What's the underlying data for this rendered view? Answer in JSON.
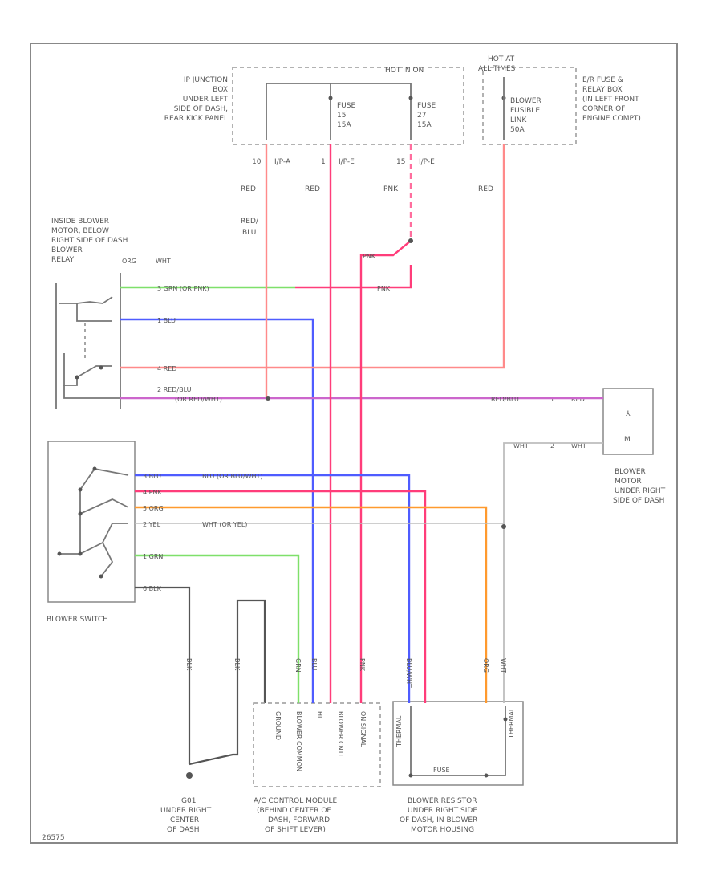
{
  "colors": {
    "red": "#ff8a8a",
    "pink": "#ff3d7a",
    "pink_dashed": "#ff6e9e",
    "blue": "#4f5cff",
    "green": "#7fe06a",
    "orange": "#ff9a2e",
    "violet": "#cc66cc",
    "gray": "#bdbdbd",
    "dark": "#555555"
  },
  "blocks": {
    "ip_junction": [
      "IP JUNCTION",
      "BOX",
      "UNDER LEFT",
      "SIDE OF DASH,",
      "REAR KICK PANEL"
    ],
    "hot_in_on": "HOT IN ON",
    "hot_at_all_times": [
      "HOT AT",
      "ALL TIMES"
    ],
    "fuse_15": [
      "FUSE",
      "15",
      "15A"
    ],
    "fuse_27": [
      "FUSE",
      "27",
      "15A"
    ],
    "blower_fusible_link": [
      "BLOWER",
      "FUSIBLE",
      "LINK",
      "50A"
    ],
    "engine_box": [
      "E/R FUSE &",
      "RELAY BOX",
      "(IN LEFT FRONT",
      "CORNER OF",
      "ENGINE COMPT)"
    ],
    "connectors": [
      "10",
      "I/P-A",
      "1",
      "I/P-E",
      "15",
      "I/P-E"
    ],
    "wire_top": [
      "RED",
      "RED",
      "PNK",
      "RED"
    ],
    "red_blu": [
      "RED/",
      "BLU"
    ],
    "blower_relay": [
      "INSIDE BLOWER",
      "MOTOR, BELOW",
      "RIGHT SIDE OF DASH",
      "BLOWER",
      "RELAY"
    ],
    "relay_pins": [
      "ORG",
      "WHT"
    ],
    "relay_wires": [
      [
        "3",
        "GRN (OR PNK)"
      ],
      [
        "1",
        "BLU"
      ],
      [
        "4",
        "RED"
      ],
      [
        "2",
        "RED/BLU",
        "(OR RED/WHT)"
      ]
    ],
    "pnk": "PNK",
    "red_blu_right": "RED/BLU",
    "blower_motor": [
      "BLOWER",
      "MOTOR",
      "UNDER RIGHT",
      "SIDE OF DASH"
    ],
    "motor_pins": [
      "1",
      "RED",
      "2",
      "WHT",
      "WHT"
    ],
    "switch_wires": [
      [
        "3",
        "BLU",
        "BLU (OR BLU/WHT)"
      ],
      [
        "4",
        "PNK",
        ""
      ],
      [
        "5",
        "ORG",
        ""
      ],
      [
        "2",
        "YEL",
        "WHT (OR YEL)"
      ],
      [
        "1",
        "GRN",
        ""
      ],
      [
        "6",
        "BLK",
        ""
      ]
    ],
    "blower_switch": "BLOWER SWITCH",
    "g": [
      "G01",
      "UNDER RIGHT",
      "CENTER",
      "OF DASH"
    ],
    "ac_module": [
      "A/C CONTROL MODULE",
      "(BEHIND CENTER OF",
      "DASH, FORWARD",
      "OF SHIFT LEVER)"
    ],
    "ac_pins": [
      "GROUND",
      "BLOWER COMMON",
      "HI",
      "BLOWER CNTL",
      "ON SIGNAL"
    ],
    "resistor": [
      "BLOWER RESISTOR",
      "UNDER RIGHT SIDE",
      "OF DASH, IN BLOWER",
      "MOTOR HOUSING"
    ],
    "resistor_pins": [
      "THERMAL",
      "FUSE",
      "THERMAL"
    ],
    "vertical_labels": [
      "BLK",
      "BLK",
      "GRN",
      "BLU",
      "PNK",
      "BLU/WHT",
      "ORG",
      "WHT"
    ],
    "code": "26575"
  }
}
